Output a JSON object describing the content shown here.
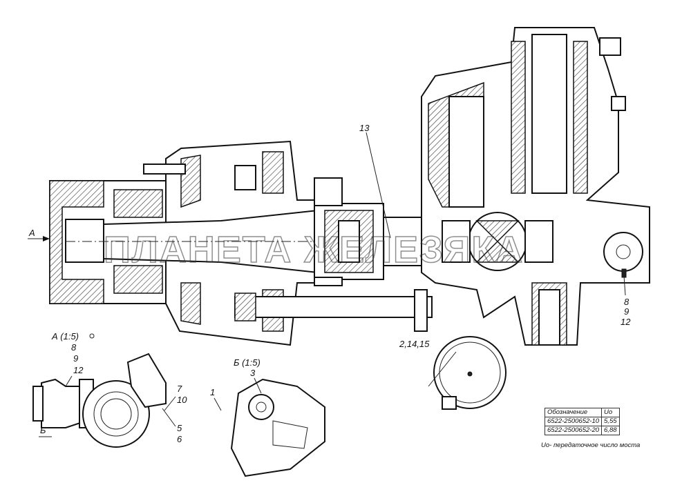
{
  "drawing": {
    "watermark": "ПЛАНЕТА ЖЕЛЕЗЯКА",
    "callouts": {
      "main_13": "13",
      "main_8": "8",
      "main_9": "9",
      "main_12": "12",
      "main_2_14_15": "2,14,15",
      "arrow_a": "А"
    },
    "view_a": {
      "title": "А (1:5)",
      "callouts": [
        "8",
        "9",
        "12",
        "7",
        "10",
        "5",
        "6"
      ],
      "arrow_b": "Б"
    },
    "view_b": {
      "title": "Б (1:5)",
      "callouts": [
        "1",
        "3"
      ]
    }
  },
  "ratio_table": {
    "headers": [
      "Обозначение",
      "Uо"
    ],
    "rows": [
      [
        "6522-2500652-10",
        "5,55"
      ],
      [
        "6522-2500652-20",
        "6,88"
      ]
    ],
    "note": "Uо- передаточное число моста"
  }
}
